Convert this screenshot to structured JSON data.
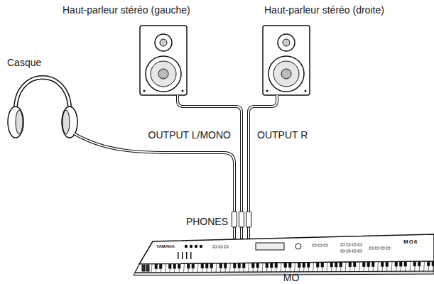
{
  "diagram": {
    "labels": [
      "Haut-parleur stéréo (gauche)",
      "Haut-parleur stéréo (droite)",
      "Casque",
      "OUTPUT L/MONO",
      "OUTPUT R",
      "PHONES",
      "MO",
      "YAMAHA",
      "MO6"
    ]
  }
}
